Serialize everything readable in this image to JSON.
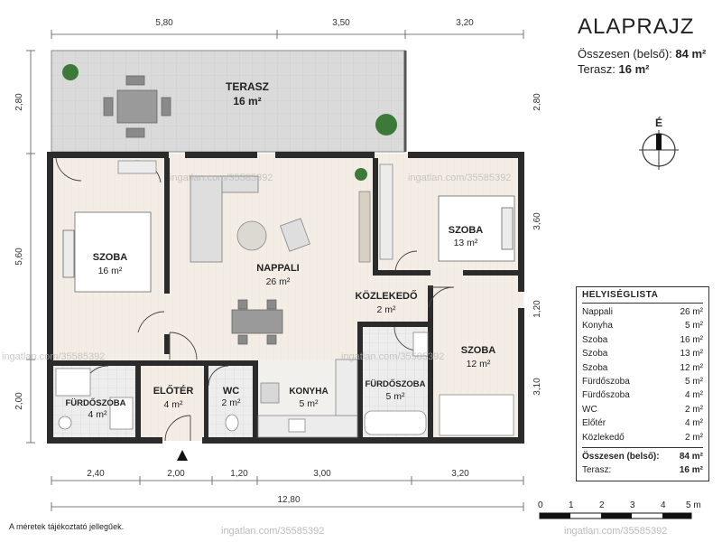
{
  "title": "ALAPRAJZ",
  "summary": {
    "interior_label": "Összesen (belső):",
    "interior_value": "84 m²",
    "terrace_label": "Terasz:",
    "terrace_value": "16 m²"
  },
  "compass_label": "É",
  "terrace": {
    "name": "TERASZ",
    "area": "16 m²"
  },
  "rooms": {
    "szoba_left": {
      "name": "SZOBA",
      "area": "16 m²"
    },
    "nappali": {
      "name": "NAPPALI",
      "area": "26 m²"
    },
    "szoba_right_top": {
      "name": "SZOBA",
      "area": "13 m²"
    },
    "kozlekedo": {
      "name": "KÖZLEKEDŐ",
      "area": "2 m²"
    },
    "szoba_right_bottom": {
      "name": "SZOBA",
      "area": "12 m²"
    },
    "furdo_left": {
      "name": "FÜRDŐSZOBA",
      "area": "4 m²"
    },
    "eloter": {
      "name": "ELŐTÉR",
      "area": "4 m²"
    },
    "wc": {
      "name": "WC",
      "area": "2 m²"
    },
    "konyha": {
      "name": "KONYHA",
      "area": "5 m²"
    },
    "furdo_right": {
      "name": "FÜRDŐSZOBA",
      "area": "5 m²"
    }
  },
  "dimensions": {
    "top": [
      "5,80",
      "3,50",
      "3,20"
    ],
    "left": [
      "2,80",
      "5,60",
      "2,00"
    ],
    "right": [
      "2,80",
      "3,60",
      "1,20",
      "3,10"
    ],
    "bottom": [
      "2,40",
      "2,00",
      "1,20",
      "3,00",
      "3,20"
    ],
    "total": "12,80"
  },
  "room_list": {
    "title": "HELYISÉGLISTA",
    "rows": [
      {
        "name": "Nappali",
        "area": "26 m²"
      },
      {
        "name": "Konyha",
        "area": "5 m²"
      },
      {
        "name": "Szoba",
        "area": "16 m²"
      },
      {
        "name": "Szoba",
        "area": "13 m²"
      },
      {
        "name": "Szoba",
        "area": "12 m²"
      },
      {
        "name": "Fürdőszoba",
        "area": "5 m²"
      },
      {
        "name": "Fürdőszoba",
        "area": "4 m²"
      },
      {
        "name": "WC",
        "area": "2 m²"
      },
      {
        "name": "Előtér",
        "area": "4 m²"
      },
      {
        "name": "Közlekedő",
        "area": "2 m²"
      }
    ],
    "total_label": "Összesen (belső):",
    "total_value": "84 m²",
    "terrace_label": "Terasz:",
    "terrace_value": "16 m²"
  },
  "scale": {
    "labels": [
      "0",
      "1",
      "2",
      "3",
      "4",
      "5 m"
    ]
  },
  "note": "A méretek tájékoztató jellegűek.",
  "watermark": "ingatlan.com/35585392",
  "colors": {
    "wall": "#2b2b2b",
    "floor": "#f3ece4",
    "terrace": "#dcdcdc",
    "tile": "#ececec"
  }
}
